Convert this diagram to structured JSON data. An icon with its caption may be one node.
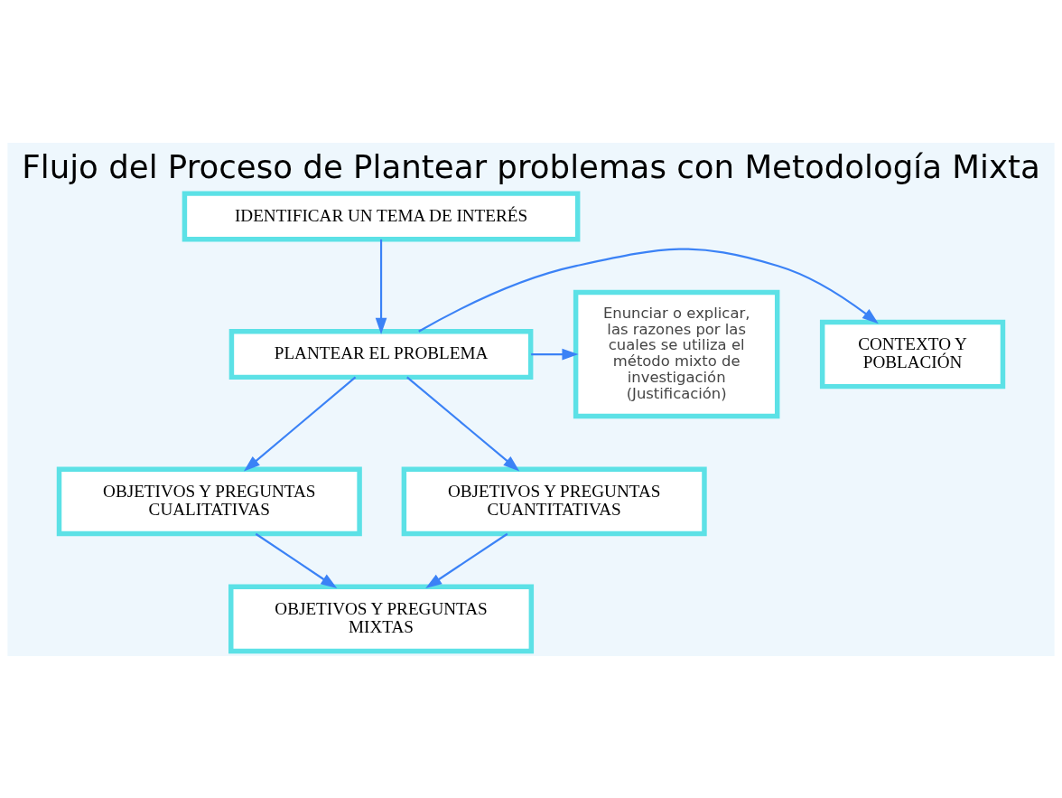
{
  "diagram": {
    "title": "Flujo del Proceso de Plantear problemas con Metodología Mixta",
    "nodes": [
      {
        "text": [
          "IDENTIFICAR UN TEMA DE INTERÉS"
        ]
      },
      {
        "text": [
          "CONTEXTO Y POBLACIÓN"
        ]
      },
      {
        "text": [
          "PLANTEAR EL PROBLEMA"
        ]
      },
      {
        "text": [
          "Enunciar o explicar, las razones por las cuales se utiliza el método mixto de investigación (Justificación)"
        ]
      },
      {
        "text": [
          "OBJETIVOS Y PREGUNTAS CUALITATIVAS"
        ]
      },
      {
        "text": [
          "OBJETIVOS Y PREGUNTAS CUANTITATIVAS"
        ]
      },
      {
        "text": [
          "OBJETIVOS Y PREGUNTAS MIXTAS"
        ]
      }
    ],
    "edges": [
      {
        "from": 0,
        "to": 2,
        "arrow": "to"
      },
      {
        "from": 2,
        "to": 1,
        "arrow": "to"
      },
      {
        "from": 2,
        "to": 3,
        "arrow": "to"
      },
      {
        "from": 2,
        "to": 4,
        "arrow": "to"
      },
      {
        "from": 2,
        "to": 5,
        "arrow": "to"
      },
      {
        "from": 4,
        "to": 6,
        "arrow": "to"
      },
      {
        "from": 5,
        "to": 6,
        "arrow": "to"
      }
    ]
  }
}
